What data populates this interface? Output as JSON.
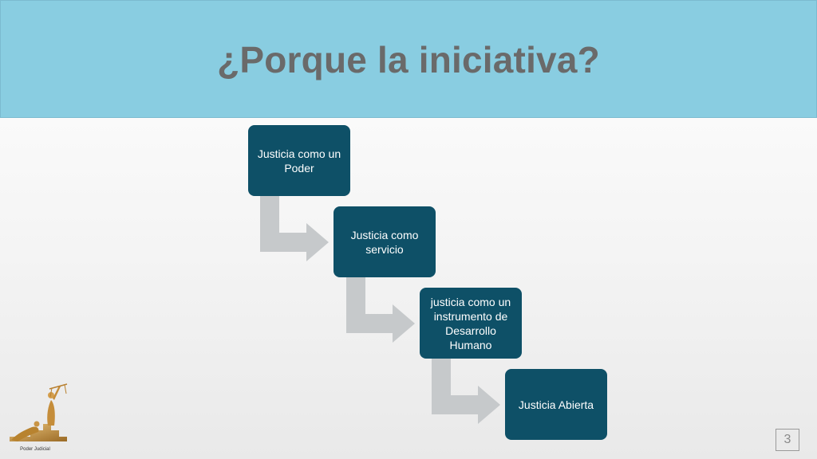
{
  "slide": {
    "title": "¿Porque la iniciativa?",
    "steps": [
      "Justicia como un Poder",
      "Justicia como servicio",
      "justicia como un instrumento de Desarrollo Humano",
      "Justicia Abierta"
    ],
    "logo_caption": "Poder Judicial",
    "page_number": "3"
  },
  "colors": {
    "header_bg": "#89cde1",
    "box_bg": "#0e5067",
    "arrow": "#c6c9cb",
    "title_text": "#6a6a6a"
  }
}
